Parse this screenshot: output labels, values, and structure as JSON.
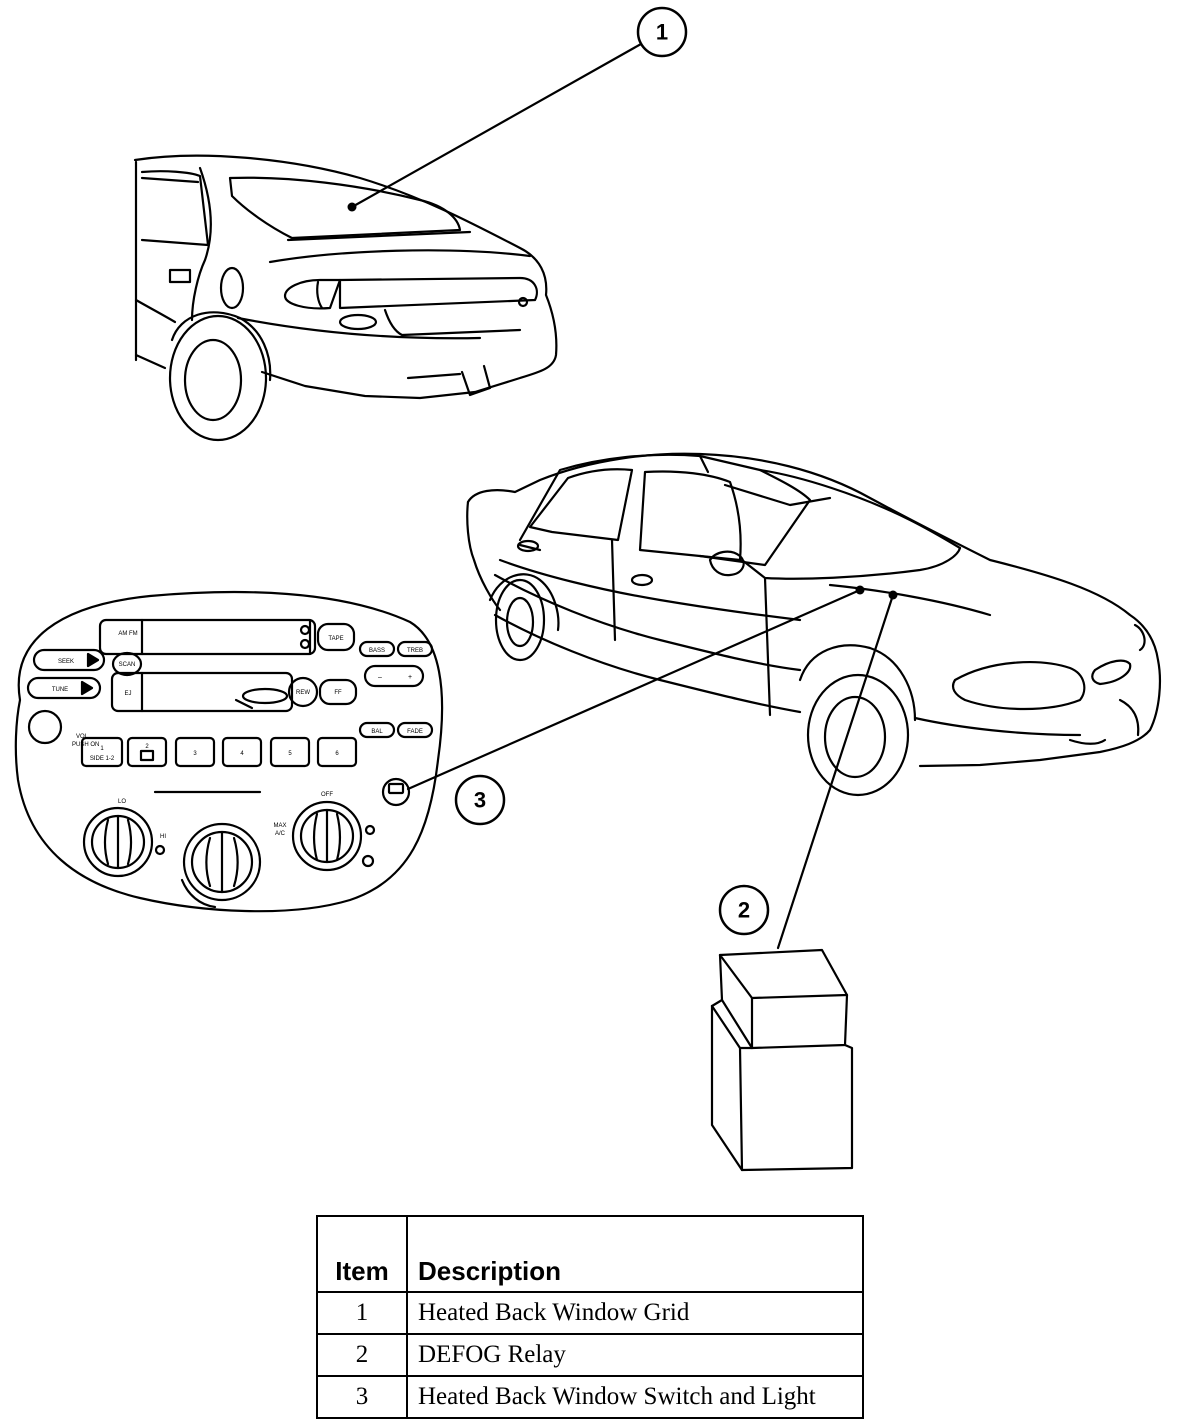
{
  "callouts": [
    "1",
    "2",
    "3"
  ],
  "radio": {
    "am_fm": "AM FM",
    "tape": "TAPE",
    "seek": "SEEK",
    "scan": "SCAN",
    "tune": "TUNE",
    "ej": "EJ",
    "rew": "REW",
    "ff": "FF",
    "bass": "BASS",
    "treb": "TREB",
    "minus": "–",
    "plus": "+",
    "bal": "BAL",
    "fade": "FADE",
    "vol": "VOL",
    "push_on": "PUSH ON",
    "preset1": "1",
    "side": "SIDE 1-2",
    "preset2": "2",
    "preset3": "3",
    "preset4": "4",
    "preset5": "5",
    "preset6": "6",
    "lo": "LO",
    "hi": "HI",
    "off": "OFF",
    "max": "MAX",
    "ac": "A/C"
  },
  "table": {
    "headers": {
      "item": "Item",
      "description": "Description"
    },
    "rows": [
      {
        "item": "1",
        "description": "Heated Back Window Grid"
      },
      {
        "item": "2",
        "description": "DEFOG Relay"
      },
      {
        "item": "3",
        "description": "Heated Back Window Switch and Light"
      }
    ]
  }
}
